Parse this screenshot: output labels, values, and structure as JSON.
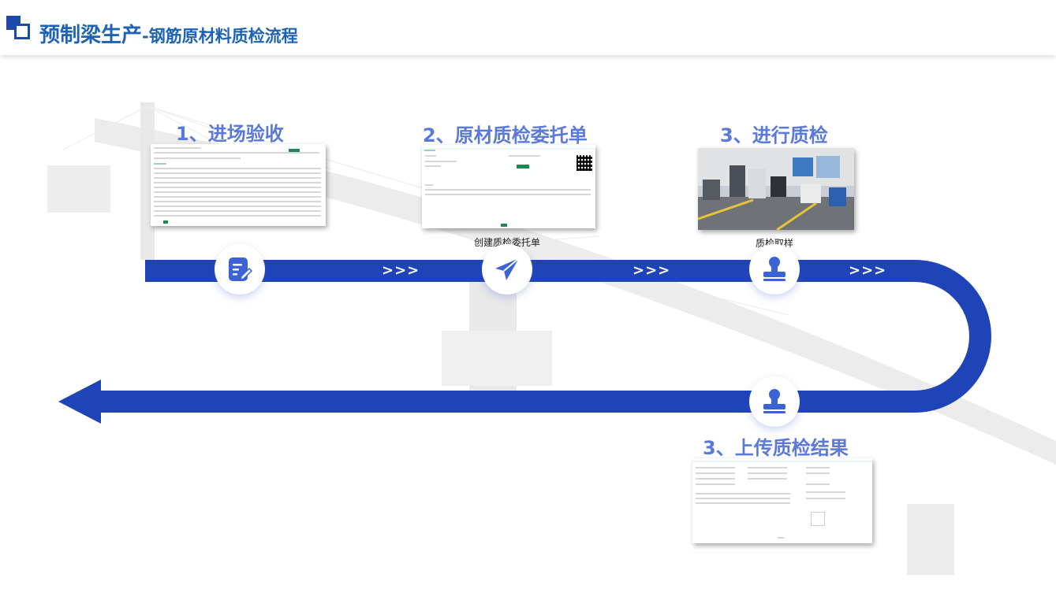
{
  "header": {
    "title_main": "预制梁生产",
    "title_sub": "-钢筋原材料质检流程"
  },
  "steps": [
    {
      "title": "1、进场验收",
      "caption": ""
    },
    {
      "title": "2、原材质检委托单",
      "caption": "创建质检委托单"
    },
    {
      "title": "3、进行质检",
      "caption": "质检取样"
    },
    {
      "title": "3、上传质检结果",
      "caption": ""
    }
  ],
  "arrows": [
    ">>>",
    ">>>",
    ">>>"
  ],
  "colors": {
    "band": "#1e44b8",
    "title": "#5b79d8",
    "header": "#1d62b5"
  },
  "icons": [
    "edit-document-icon",
    "paper-plane-icon",
    "stamp-icon",
    "stamp-icon"
  ]
}
